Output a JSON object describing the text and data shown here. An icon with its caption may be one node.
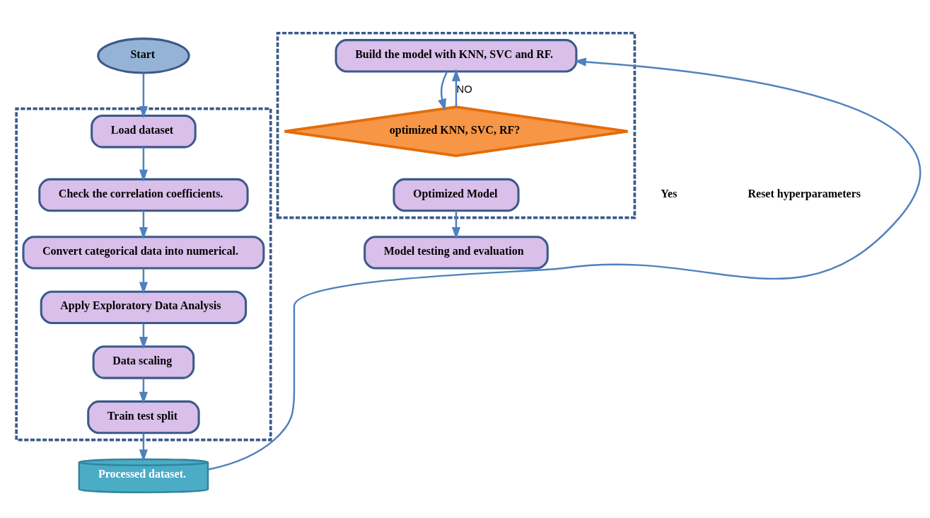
{
  "diagram": {
    "nodes": [
      {
        "text": [
          "Start"
        ]
      },
      {
        "text": [],
        "shape": "box"
      },
      {
        "text": [
          "Load dataset"
        ],
        "in": 1
      },
      {
        "text": [
          "Check the correlation coefficients."
        ],
        "in": 1
      },
      {
        "text": [
          "Convert categorical data into numerical."
        ],
        "in": 1
      },
      {
        "text": [
          "Apply Exploratory Data Analysis"
        ],
        "in": 1
      },
      {
        "text": [
          "Data scaling"
        ],
        "in": 1
      },
      {
        "text": [
          "Train test split"
        ],
        "in": 1
      },
      {
        "text": [
          "Processed dataset."
        ]
      },
      {
        "text": [],
        "shape": "box"
      },
      {
        "text": [
          "Build the model with KNN, SVC and RF."
        ],
        "in": 9
      },
      {
        "text": [
          "optimized KNN, SVC, RF?"
        ],
        "in": 9
      },
      {
        "text": [
          "Optimized Model"
        ],
        "in": 9
      },
      {
        "text": [
          "Model testing and evaluation"
        ]
      }
    ],
    "edges": [
      {
        "from": 0,
        "to": 2,
        "arrow": "to"
      },
      {
        "from": 2,
        "to": 3,
        "arrow": "to"
      },
      {
        "from": 3,
        "to": 4,
        "arrow": "to"
      },
      {
        "from": 4,
        "to": 5,
        "arrow": "to"
      },
      {
        "from": 5,
        "to": 6,
        "arrow": "to"
      },
      {
        "from": 6,
        "to": 7,
        "arrow": "to"
      },
      {
        "from": 7,
        "to": 8,
        "arrow": "to"
      },
      {
        "from": 8,
        "to": 10,
        "arrow": "to"
      },
      {
        "from": 10,
        "to": 11,
        "arrow": "to"
      },
      {
        "from": 11,
        "to": 10,
        "arrow": "to",
        "label": "NO"
      },
      {
        "from": 12,
        "to": 13,
        "arrow": "to"
      }
    ],
    "labels": [
      "Yes",
      "Reset hyperparameters"
    ]
  }
}
